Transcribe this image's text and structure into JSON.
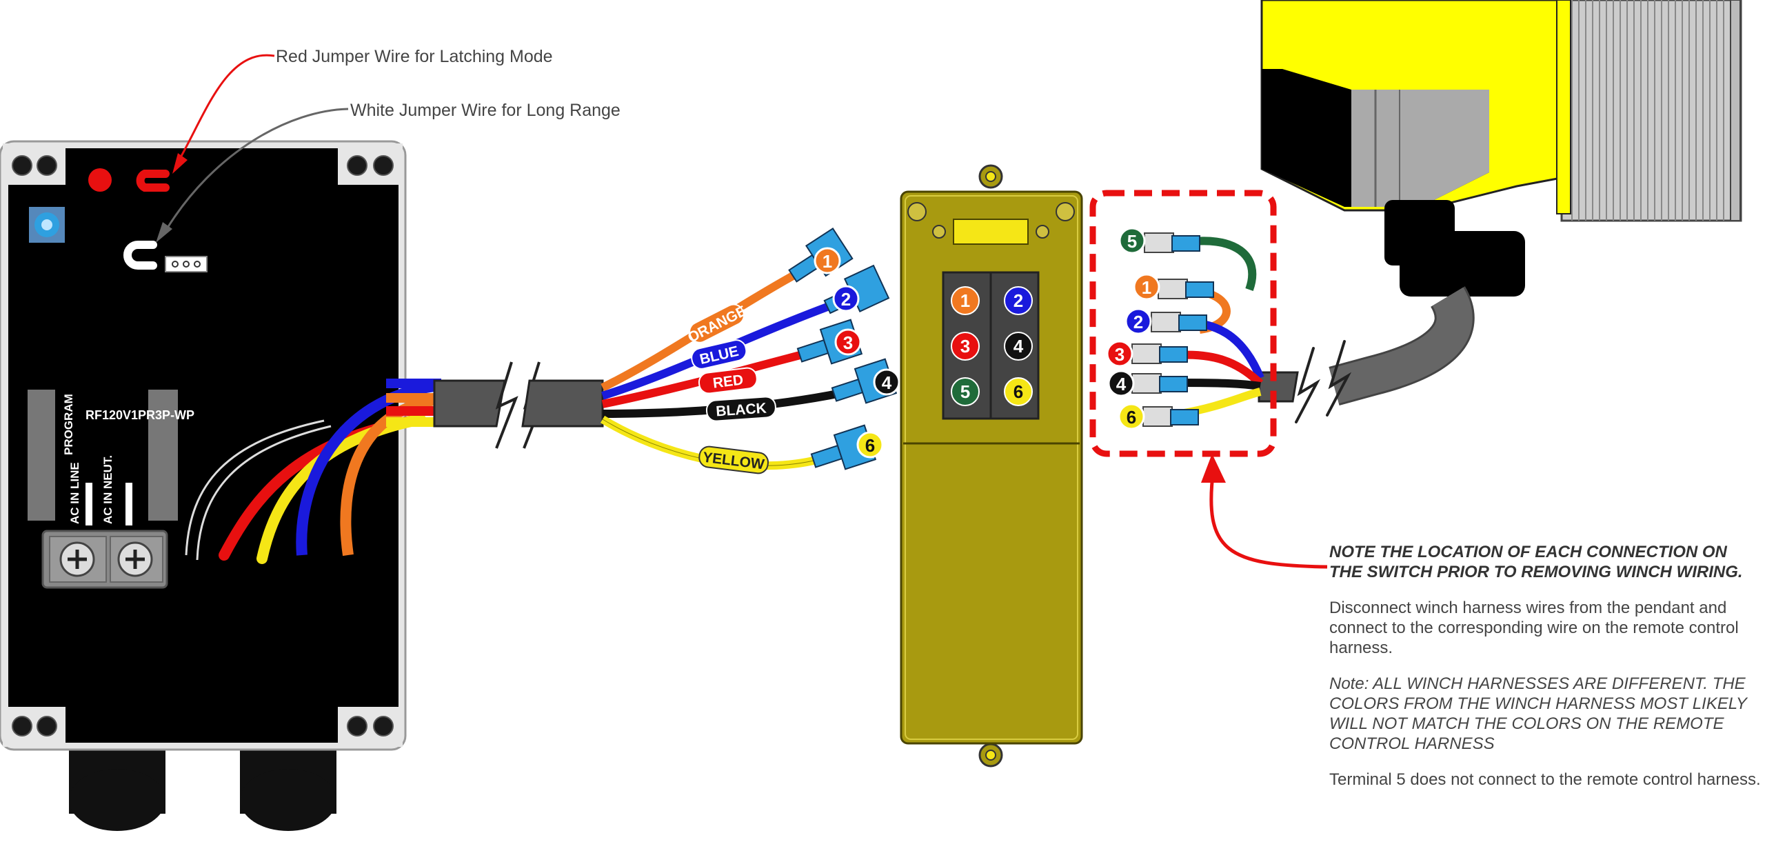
{
  "callouts": {
    "red_jumper": "Red Jumper Wire for Latching Mode",
    "white_jumper": "White Jumper Wire for Long Range"
  },
  "receiver": {
    "model": "RF120V1PR3P-WP",
    "program": "PROGRAM",
    "ac_in_line": "AC IN LINE",
    "ac_in_neut": "AC IN NEUT."
  },
  "harness_wires": [
    {
      "label": "ORANGE",
      "terminal": "1",
      "color": "#f07820"
    },
    {
      "label": "BLUE",
      "terminal": "2",
      "color": "#1a1adc"
    },
    {
      "label": "RED",
      "terminal": "3",
      "color": "#e81010"
    },
    {
      "label": "BLACK",
      "terminal": "4",
      "color": "#111111"
    },
    {
      "label": "YELLOW",
      "terminal": "6",
      "color": "#f5e616"
    }
  ],
  "switch_terminals": [
    {
      "number": "1",
      "color": "#f07820"
    },
    {
      "number": "2",
      "color": "#1a1adc"
    },
    {
      "number": "3",
      "color": "#e81010"
    },
    {
      "number": "4",
      "color": "#111111"
    },
    {
      "number": "5",
      "color": "#1f6b3a"
    },
    {
      "number": "6",
      "color": "#f5e616"
    }
  ],
  "winch_terminals": [
    {
      "number": "5",
      "color": "#1f6b3a"
    },
    {
      "number": "1",
      "color": "#f07820"
    },
    {
      "number": "2",
      "color": "#1a1adc"
    },
    {
      "number": "3",
      "color": "#e81010"
    },
    {
      "number": "4",
      "color": "#111111"
    },
    {
      "number": "6",
      "color": "#f5e616"
    }
  ],
  "notes": {
    "heading": "NOTE THE LOCATION OF EACH CONNECTION ON THE SWITCH PRIOR TO REMOVING WINCH WIRING.",
    "instruction": "Disconnect winch harness wires from the pendant and connect to the corresponding wire on the remote control harness.",
    "warning": "Note: ALL WINCH HARNESSES ARE DIFFERENT. THE COLORS FROM THE WINCH HARNESS MOST LIKELY WILL NOT MATCH THE COLORS ON THE REMOTE CONTROL HARNESS",
    "terminal5": "Terminal 5 does not connect to the remote control harness."
  },
  "colors": {
    "receiver_body": "#000000",
    "pendant_body": "#a89a10",
    "winch_yellow": "#ffff00",
    "dashed_box": "#e81010",
    "arrow_red": "#e81010"
  }
}
